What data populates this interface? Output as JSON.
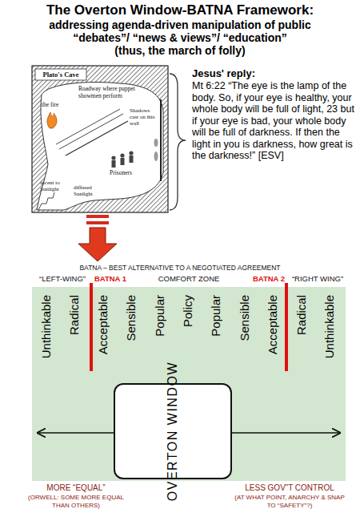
{
  "diagram": {
    "title": "The Overton Window-BATNA Framework:",
    "nodes": [
      {
        "text": [
          "Unthinkable",
          "Radical",
          "Acceptable",
          "Sensible",
          "Popular",
          "Policy",
          "Popular",
          "Sensible",
          "Acceptable",
          "Radical",
          "Unthinkable"
        ]
      },
      {
        "text": [
          "OVERTON WINDOW"
        ],
        "in": 0
      }
    ],
    "labels": [
      "addressing agenda-driven manipulation of public “debates”/ “news & views”/ “education”",
      "(thus, the march of folly)",
      "Plato's Cave",
      "the fire",
      "Roadway where puppet showmen perform",
      "Prisoners",
      "Shadows cast on this wall",
      "ascent to Sunlight",
      "diffused Sunlight",
      "Jesus' reply:",
      "Mt 6:22 “The eye is the lamp of the body. So, if your eye is healthy, your whole body will be full of light, 23 but if your eye is bad, your whole body will be full of darkness. If then the light in you is darkness, how great is the darkness!” [ESV]",
      "BATNA – BEST ALTERNATIVE TO A NEGOTIATED AGREEMENT",
      "“LEFT-WING”",
      "BATNA 1",
      "COMFORT ZONE",
      "BATNA 2",
      "“RIGHT WING”",
      "MORE “EQUAL”",
      "(ORWELL: SOME MORE EQUAL THAN OTHERS)",
      "LESS GOV”T CONTROL",
      "(AT WHAT POINT, ANARCHY & SNAP TO “SAFETY”?)"
    ]
  }
}
